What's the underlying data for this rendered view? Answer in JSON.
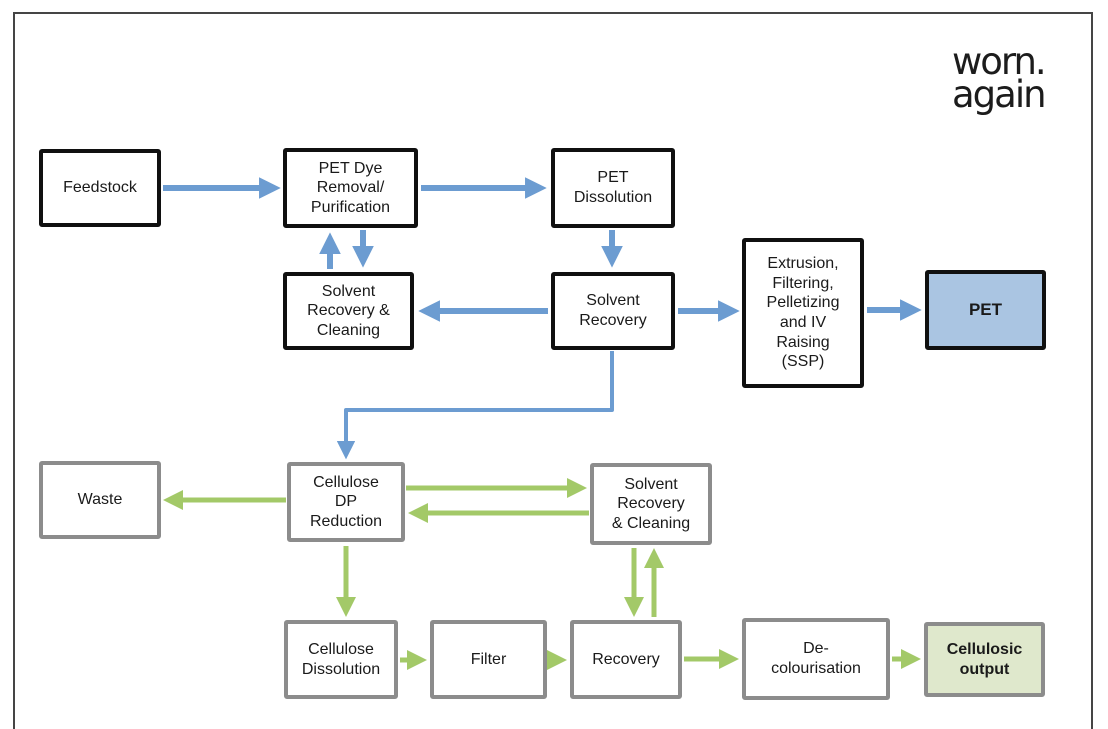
{
  "logo": {
    "line1": "worn.",
    "line2": "again"
  },
  "colors": {
    "arrow_blue": "#6C9CD1",
    "arrow_green": "#A3C968",
    "pet_fill": "#AAC5E2",
    "cellulosic_fill": "#DFE8CC",
    "gray_border": "#8C8C8C",
    "black_border": "#101010",
    "frame_color": "#454545",
    "text_color": "#1A1A1A"
  },
  "nodes": {
    "feedstock": {
      "label": "Feedstock"
    },
    "pet_dye_removal": {
      "label": "PET Dye\nRemoval/\nPurification"
    },
    "pet_dissolution": {
      "label": "PET\nDissolution"
    },
    "solvent_recovery_cleaning_pet": {
      "label": "Solvent\nRecovery &\nCleaning"
    },
    "solvent_recovery": {
      "label": "Solvent\nRecovery"
    },
    "extrusion_ssp": {
      "label": "Extrusion,\nFiltering,\nPelletizing\nand IV\nRaising\n(SSP)"
    },
    "pet_output": {
      "label": "PET"
    },
    "waste": {
      "label": "Waste"
    },
    "cellulose_dp_reduction": {
      "label": "Cellulose\nDP\nReduction"
    },
    "solvent_recovery_cleaning_cellulose": {
      "label": "Solvent\nRecovery\n& Cleaning"
    },
    "cellulose_dissolution": {
      "label": "Cellulose\nDissolution"
    },
    "filter": {
      "label": "Filter"
    },
    "recovery": {
      "label": "Recovery"
    },
    "decolourisation": {
      "label": "De-\ncolourisation"
    },
    "cellulosic_output": {
      "label": "Cellulosic\noutput"
    }
  },
  "edges": [
    {
      "from": "feedstock",
      "to": "pet_dye_removal",
      "color": "blue"
    },
    {
      "from": "pet_dye_removal",
      "to": "pet_dissolution",
      "color": "blue"
    },
    {
      "from": "pet_dissolution",
      "to": "solvent_recovery",
      "color": "blue"
    },
    {
      "from": "solvent_recovery_cleaning_pet",
      "to": "pet_dye_removal",
      "color": "blue"
    },
    {
      "from": "pet_dye_removal",
      "to": "solvent_recovery_cleaning_pet",
      "color": "blue"
    },
    {
      "from": "solvent_recovery",
      "to": "solvent_recovery_cleaning_pet",
      "color": "blue"
    },
    {
      "from": "solvent_recovery",
      "to": "extrusion_ssp",
      "color": "blue"
    },
    {
      "from": "extrusion_ssp",
      "to": "pet_output",
      "color": "blue"
    },
    {
      "from": "solvent_recovery",
      "to": "cellulose_dp_reduction",
      "color": "blue"
    },
    {
      "from": "cellulose_dp_reduction",
      "to": "waste",
      "color": "green"
    },
    {
      "from": "cellulose_dp_reduction",
      "to": "solvent_recovery_cleaning_cellulose",
      "color": "green"
    },
    {
      "from": "solvent_recovery_cleaning_cellulose",
      "to": "cellulose_dp_reduction",
      "color": "green"
    },
    {
      "from": "cellulose_dp_reduction",
      "to": "cellulose_dissolution",
      "color": "green"
    },
    {
      "from": "solvent_recovery_cleaning_cellulose",
      "to": "recovery",
      "color": "green"
    },
    {
      "from": "recovery",
      "to": "solvent_recovery_cleaning_cellulose",
      "color": "green"
    },
    {
      "from": "cellulose_dissolution",
      "to": "filter",
      "color": "green"
    },
    {
      "from": "filter",
      "to": "recovery",
      "color": "green"
    },
    {
      "from": "recovery",
      "to": "decolourisation",
      "color": "green"
    },
    {
      "from": "decolourisation",
      "to": "cellulosic_output",
      "color": "green"
    }
  ]
}
